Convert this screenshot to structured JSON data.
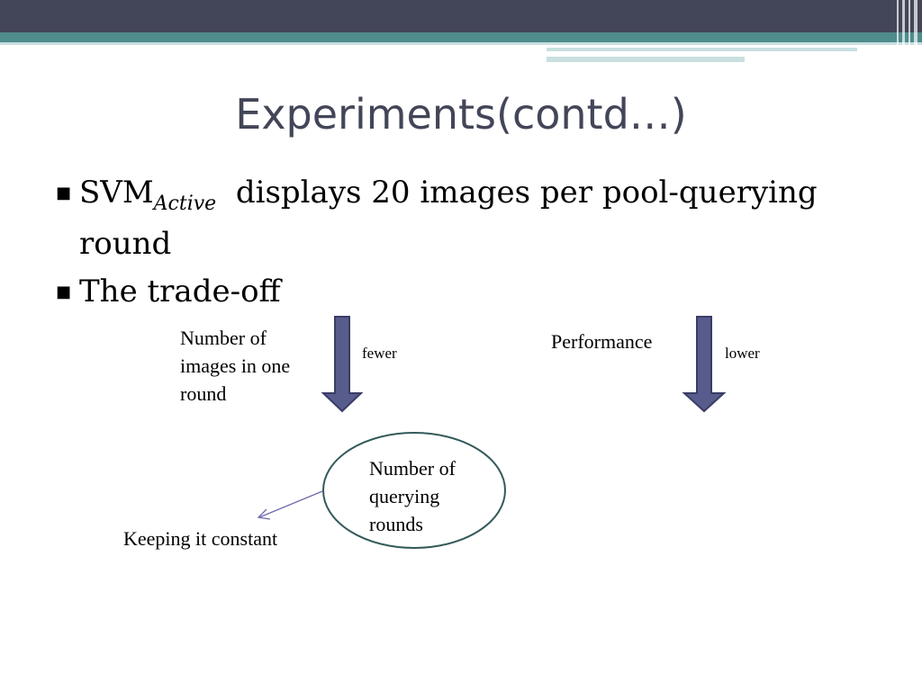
{
  "title": "Experiments(contd…)",
  "bullets": [
    {
      "prefix": "SVM",
      "subscript": "Active",
      "suffix": "  displays 20 images per pool-querying round"
    },
    {
      "text": "The trade-off"
    }
  ],
  "diagram": {
    "images_label": "Number of images in one round",
    "fewer_label": "fewer",
    "performance_label": "Performance",
    "lower_label": "lower",
    "rounds_label": "Number of querying rounds",
    "constant_label": "Keeping it constant"
  },
  "colors": {
    "title": "#434658",
    "arrow_fill": "#585c8c",
    "ellipse_stroke": "#355a5a",
    "header_dark": "#434658",
    "header_teal": "#4f8c8c"
  }
}
